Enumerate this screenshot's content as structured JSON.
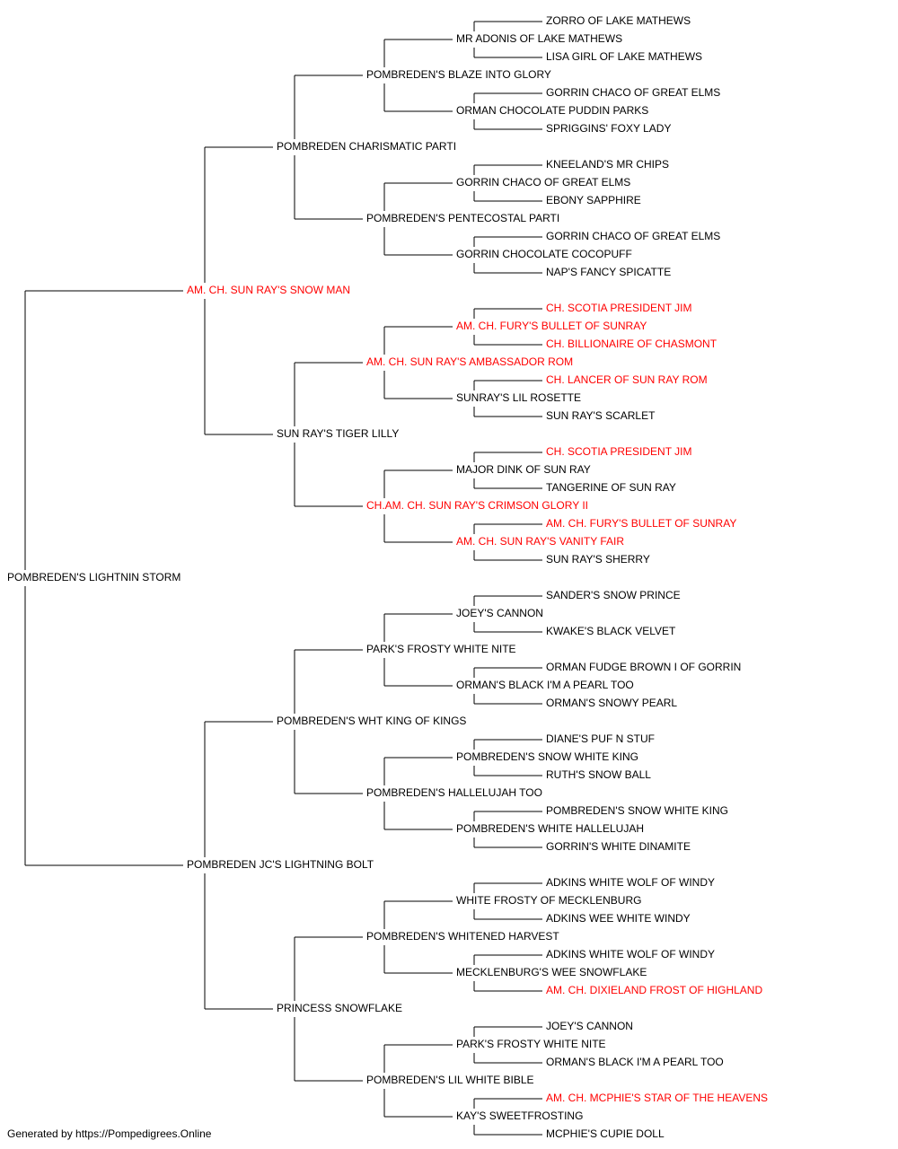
{
  "line_color": "#000000",
  "normal_color": "#000000",
  "champion_color": "#ff0000",
  "footer": "Generated by https://Pompedigrees.Online",
  "pedigree": {
    "name": "POMBREDEN'S LIGHTNIN STORM",
    "champion": false,
    "sire": {
      "name": "AM. CH. SUN RAY'S SNOW MAN",
      "champion": true,
      "sire": {
        "name": "POMBREDEN CHARISMATIC PARTI",
        "champion": false,
        "sire": {
          "name": "POMBREDEN'S BLAZE INTO GLORY",
          "champion": false,
          "sire": {
            "name": "MR ADONIS OF LAKE MATHEWS",
            "champion": false,
            "sire": {
              "name": "ZORRO OF LAKE MATHEWS",
              "champion": false
            },
            "dam": {
              "name": "LISA GIRL OF LAKE MATHEWS",
              "champion": false
            }
          },
          "dam": {
            "name": "ORMAN CHOCOLATE PUDDIN PARKS",
            "champion": false,
            "sire": {
              "name": "GORRIN CHACO OF GREAT ELMS",
              "champion": false
            },
            "dam": {
              "name": "SPRIGGINS' FOXY LADY",
              "champion": false
            }
          }
        },
        "dam": {
          "name": "POMBREDEN'S PENTECOSTAL PARTI",
          "champion": false,
          "sire": {
            "name": "GORRIN CHACO OF GREAT ELMS",
            "champion": false,
            "sire": {
              "name": "KNEELAND'S MR CHIPS",
              "champion": false
            },
            "dam": {
              "name": "EBONY SAPPHIRE",
              "champion": false
            }
          },
          "dam": {
            "name": "GORRIN CHOCOLATE COCOPUFF",
            "champion": false,
            "sire": {
              "name": "GORRIN CHACO OF GREAT ELMS",
              "champion": false
            },
            "dam": {
              "name": "NAP'S FANCY SPICATTE",
              "champion": false
            }
          }
        }
      },
      "dam": {
        "name": "SUN RAY'S TIGER LILLY",
        "champion": false,
        "sire": {
          "name": "AM. CH. SUN RAY'S AMBASSADOR ROM",
          "champion": true,
          "sire": {
            "name": "AM. CH. FURY'S BULLET OF SUNRAY",
            "champion": true,
            "sire": {
              "name": "CH. SCOTIA PRESIDENT JIM",
              "champion": true
            },
            "dam": {
              "name": "CH. BILLIONAIRE OF CHASMONT",
              "champion": true
            }
          },
          "dam": {
            "name": "SUNRAY'S LIL ROSETTE",
            "champion": false,
            "sire": {
              "name": "CH. LANCER OF SUN RAY ROM",
              "champion": true
            },
            "dam": {
              "name": "SUN RAY'S SCARLET",
              "champion": false
            }
          }
        },
        "dam": {
          "name": "CH.AM. CH. SUN RAY'S CRIMSON GLORY II",
          "champion": true,
          "sire": {
            "name": "MAJOR DINK OF SUN RAY",
            "champion": false,
            "sire": {
              "name": "CH. SCOTIA PRESIDENT JIM",
              "champion": true
            },
            "dam": {
              "name": "TANGERINE OF SUN RAY",
              "champion": false
            }
          },
          "dam": {
            "name": "AM. CH. SUN RAY'S VANITY FAIR",
            "champion": true,
            "sire": {
              "name": "AM. CH. FURY'S BULLET OF SUNRAY",
              "champion": true
            },
            "dam": {
              "name": "SUN RAY'S SHERRY",
              "champion": false
            }
          }
        }
      }
    },
    "dam": {
      "name": "POMBREDEN JC'S LIGHTNING BOLT",
      "champion": false,
      "sire": {
        "name": "POMBREDEN'S WHT KING OF KINGS",
        "champion": false,
        "sire": {
          "name": "PARK'S FROSTY WHITE NITE",
          "champion": false,
          "sire": {
            "name": "JOEY'S CANNON",
            "champion": false,
            "sire": {
              "name": "SANDER'S SNOW PRINCE",
              "champion": false
            },
            "dam": {
              "name": "KWAKE'S BLACK VELVET",
              "champion": false
            }
          },
          "dam": {
            "name": "ORMAN'S BLACK I'M A PEARL TOO",
            "champion": false,
            "sire": {
              "name": "ORMAN FUDGE BROWN I OF GORRIN",
              "champion": false
            },
            "dam": {
              "name": "ORMAN'S SNOWY PEARL",
              "champion": false
            }
          }
        },
        "dam": {
          "name": "POMBREDEN'S HALLELUJAH TOO",
          "champion": false,
          "sire": {
            "name": "POMBREDEN'S SNOW WHITE KING",
            "champion": false,
            "sire": {
              "name": "DIANE'S PUF N STUF",
              "champion": false
            },
            "dam": {
              "name": "RUTH'S SNOW BALL",
              "champion": false
            }
          },
          "dam": {
            "name": "POMBREDEN'S WHITE HALLELUJAH",
            "champion": false,
            "sire": {
              "name": "POMBREDEN'S SNOW WHITE KING",
              "champion": false
            },
            "dam": {
              "name": "GORRIN'S WHITE DINAMITE",
              "champion": false
            }
          }
        }
      },
      "dam": {
        "name": "PRINCESS SNOWFLAKE",
        "champion": false,
        "sire": {
          "name": "POMBREDEN'S WHITENED HARVEST",
          "champion": false,
          "sire": {
            "name": "WHITE FROSTY OF MECKLENBURG",
            "champion": false,
            "sire": {
              "name": "ADKINS WHITE WOLF OF WINDY",
              "champion": false
            },
            "dam": {
              "name": "ADKINS WEE WHITE WINDY",
              "champion": false
            }
          },
          "dam": {
            "name": "MECKLENBURG'S WEE SNOWFLAKE",
            "champion": false,
            "sire": {
              "name": "ADKINS WHITE WOLF OF WINDY",
              "champion": false
            },
            "dam": {
              "name": "AM. CH. DIXIELAND FROST OF HIGHLAND",
              "champion": true
            }
          }
        },
        "dam": {
          "name": "POMBREDEN'S LIL WHITE BIBLE",
          "champion": false,
          "sire": {
            "name": "PARK'S FROSTY WHITE NITE",
            "champion": false,
            "sire": {
              "name": "JOEY'S CANNON",
              "champion": false
            },
            "dam": {
              "name": "ORMAN'S BLACK I'M A PEARL TOO",
              "champion": false
            }
          },
          "dam": {
            "name": "KAY'S SWEETFROSTING",
            "champion": false,
            "sire": {
              "name": "AM. CH. MCPHIE'S STAR OF THE HEAVENS",
              "champion": true
            },
            "dam": {
              "name": "MCPHIE'S CUPIE DOLL",
              "champion": false
            }
          }
        }
      }
    }
  }
}
